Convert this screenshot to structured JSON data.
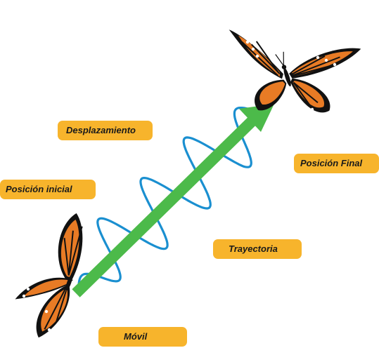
{
  "labels": {
    "displacement": "Desplazamiento",
    "initial_position": "Posición inicial",
    "final_position": "Posición Final",
    "trajectory": "Trayectoria",
    "mobile": "Móvil"
  },
  "colors": {
    "label_bg": "#f7b42c",
    "arrow": "#4cba4a",
    "trajectory": "#1a8fd0",
    "wing_orange": "#e87b25",
    "wing_black": "#111111",
    "wing_spots": "#ffffff"
  },
  "icons": {
    "initial_butterfly": "monarch-butterfly-icon",
    "final_butterfly": "monarch-butterfly-icon"
  }
}
